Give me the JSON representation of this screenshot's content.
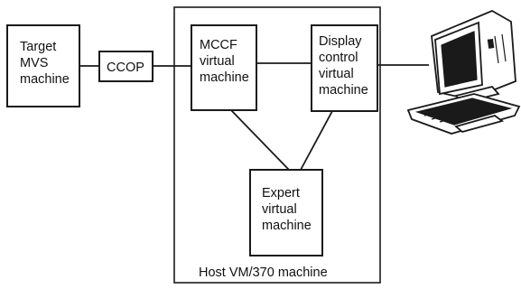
{
  "diagram": {
    "nodes": {
      "target": {
        "lines": [
          "Target",
          "MVS",
          "machine"
        ]
      },
      "ccop": {
        "lines": [
          "CCOP"
        ]
      },
      "mccf": {
        "lines": [
          "MCCF",
          "virtual",
          "machine"
        ]
      },
      "display": {
        "lines": [
          "Display",
          "control",
          "virtual",
          "machine"
        ]
      },
      "expert": {
        "lines": [
          "Expert",
          "virtual",
          "machine"
        ]
      }
    },
    "host_label": "Host VM/370 machine",
    "terminal_icon": "computer-terminal-icon"
  }
}
